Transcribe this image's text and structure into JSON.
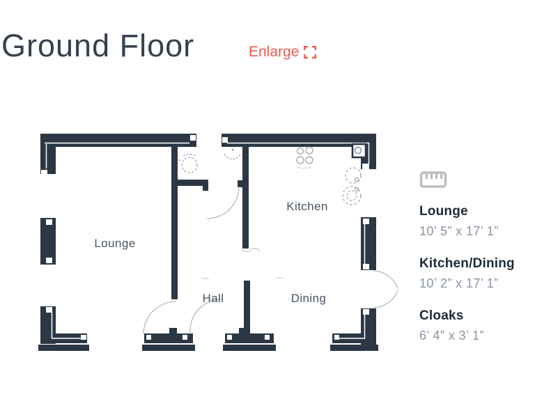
{
  "header": {
    "title": "Ground Floor",
    "enlarge_label": "Enlarge"
  },
  "floorplan": {
    "rooms": [
      {
        "label": "Lounge"
      },
      {
        "label": "Kitchen"
      },
      {
        "label": "Hall"
      },
      {
        "label": "Dining"
      }
    ],
    "fixtures": [
      "toilet",
      "basin",
      "hob",
      "sink",
      "appliances"
    ]
  },
  "panel": {
    "ruler_icon": "ruler-icon",
    "entries": [
      {
        "name": "Lounge",
        "size": "10’ 5” x 17’ 1”"
      },
      {
        "name": "Kitchen/Dining",
        "size": "10’ 2” x 17’ 1”"
      },
      {
        "name": "Cloaks",
        "size": "6’ 4” x 3’ 1”"
      }
    ]
  },
  "colors": {
    "wall": "#2b3744",
    "accent": "#e95c50",
    "title_text": "#36424e",
    "room_label_text": "#4a545e",
    "panel_heading_text": "#1d2b39",
    "panel_size_text": "#8794a2",
    "icon_grey": "#b9bdc1",
    "door_arc_grey": "#b5b9bd"
  }
}
